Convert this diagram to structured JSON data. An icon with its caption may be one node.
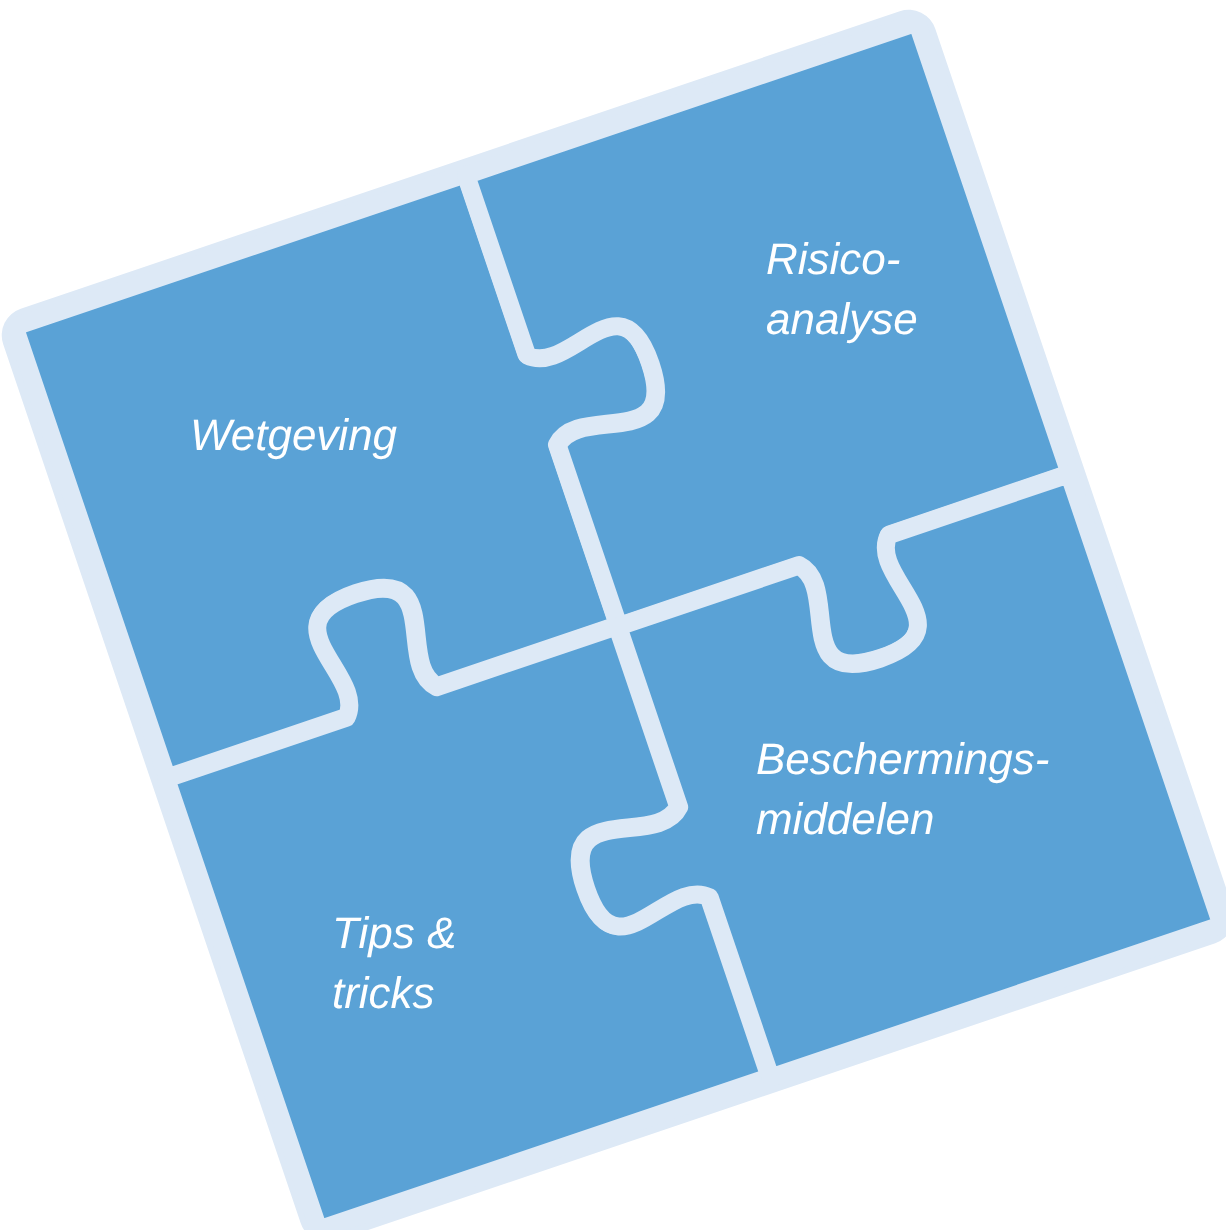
{
  "diagram": {
    "nodes": [
      {
        "text": [
          "Wetgeving"
        ]
      },
      {
        "text": [
          "Risico-analyse"
        ]
      },
      {
        "text": [
          "Tips & tricks"
        ]
      },
      {
        "text": [
          "Beschermings-middelen"
        ]
      }
    ]
  }
}
